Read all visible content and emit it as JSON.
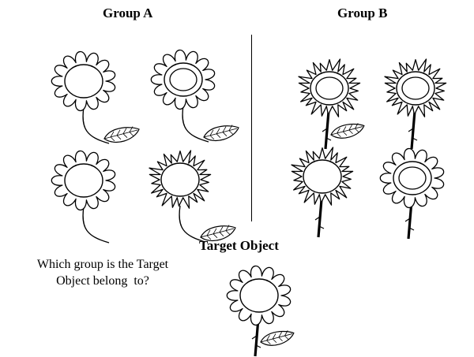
{
  "group_a": {
    "title": "Group A",
    "flowers": [
      {
        "petals": "round",
        "inner_ring": false,
        "stem": "curved-thin",
        "leaf": true
      },
      {
        "petals": "round",
        "inner_ring": true,
        "stem": "curved-thin",
        "leaf": true
      },
      {
        "petals": "round",
        "inner_ring": false,
        "stem": "curved-thin",
        "leaf": false
      },
      {
        "petals": "spiky",
        "inner_ring": false,
        "stem": "curved-thin",
        "leaf": true
      }
    ]
  },
  "group_b": {
    "title": "Group B",
    "flowers": [
      {
        "petals": "spiky",
        "inner_ring": true,
        "stem": "straight-thick",
        "leaf": true
      },
      {
        "petals": "spiky",
        "inner_ring": true,
        "stem": "straight-thick",
        "leaf": false
      },
      {
        "petals": "spiky",
        "inner_ring": false,
        "stem": "straight-thick",
        "leaf": false
      },
      {
        "petals": "round",
        "inner_ring": true,
        "stem": "straight-thick",
        "leaf": false
      }
    ]
  },
  "target": {
    "title": "Target Object",
    "flower": {
      "petals": "round",
      "inner_ring": false,
      "stem": "straight-thick",
      "leaf": true
    }
  },
  "question_lines": [
    "Which group is the Target",
    "Object belong  to?"
  ],
  "colors": {
    "ink": "#000000",
    "background": "#ffffff"
  }
}
